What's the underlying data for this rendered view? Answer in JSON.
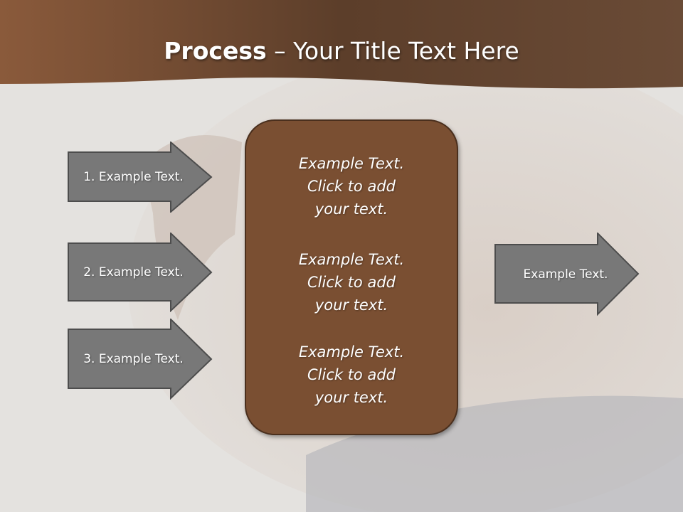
{
  "title": {
    "bold": "Process",
    "rest": " – Your Title Text Here"
  },
  "left_arrows": [
    "1. Example Text.",
    "2. Example Text.",
    "3. Example Text."
  ],
  "right_arrow": "Example Text.",
  "center_blocks": [
    [
      "Example Text.",
      "Click  to add",
      "your text."
    ],
    [
      "Example Text.",
      "Click  to add",
      "your text."
    ],
    [
      "Example Text.",
      "Click  to add",
      "your text."
    ]
  ],
  "colors": {
    "header_brown": "#6b4a33",
    "box_brown": "#7a4f32",
    "arrow_gray": "#787878"
  }
}
